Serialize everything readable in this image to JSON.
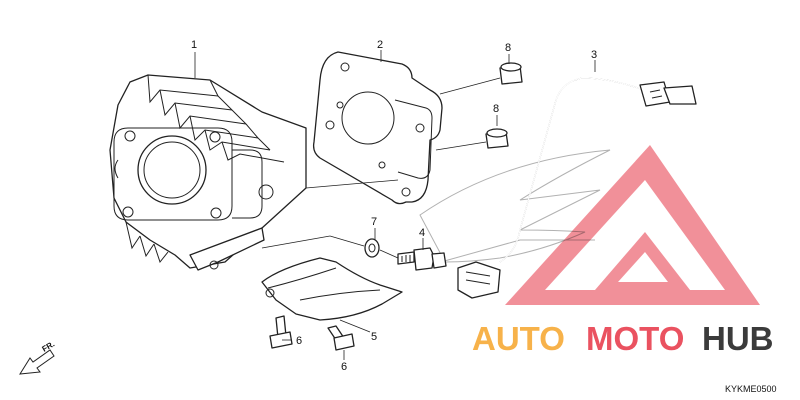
{
  "diagram_code": "KYKME0500",
  "front_label": "FR.",
  "watermark": {
    "word1": "AUTO",
    "word2": "MOTO",
    "word3": "HUB",
    "color_orange": "#f7b24a",
    "color_red": "#ea5260",
    "color_gray": "#3b3b3b"
  },
  "callouts": [
    {
      "id": "1",
      "text": "1"
    },
    {
      "id": "2",
      "text": "2"
    },
    {
      "id": "3",
      "text": "3"
    },
    {
      "id": "8a",
      "text": "8"
    },
    {
      "id": "8b",
      "text": "8"
    },
    {
      "id": "7",
      "text": "7"
    },
    {
      "id": "4",
      "text": "4"
    },
    {
      "id": "5",
      "text": "5"
    },
    {
      "id": "6a",
      "text": "6"
    },
    {
      "id": "6b",
      "text": "6"
    }
  ]
}
